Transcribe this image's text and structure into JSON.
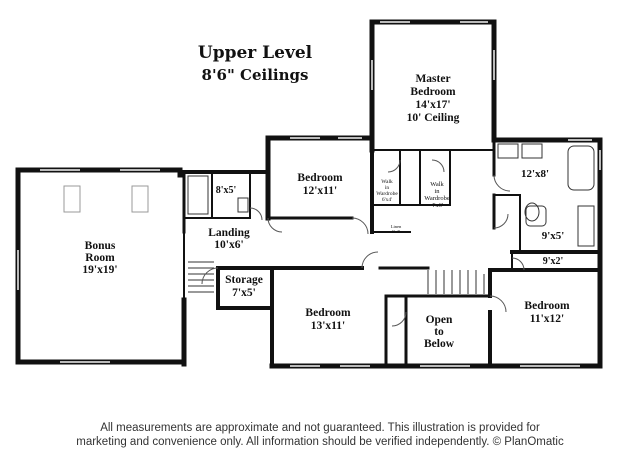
{
  "title": "Upper Level",
  "subtitle": "8'6\" Ceilings",
  "rooms": {
    "master": {
      "name1": "Master",
      "name2": "Bedroom",
      "dim": "14'x17'",
      "note": "10' Ceiling"
    },
    "bedroom_a": {
      "name": "Bedroom",
      "dim": "12'x11'"
    },
    "walk_left": {
      "l1": "Walk",
      "l2": "in",
      "l3": "Wardrobe",
      "dim": "6'x4'"
    },
    "walk_right": {
      "l1": "Walk",
      "l2": "in",
      "l3": "Wardrobe",
      "dim": "4'x6'"
    },
    "linen": {
      "l1": "Linen",
      "dim": "6'x2'"
    },
    "bath_small": {
      "dim": "8'x5'"
    },
    "bath_master": {
      "dim": "12'x8'"
    },
    "bath_wc": {
      "dim": "9'x5'"
    },
    "closet": {
      "dim": "9'x2'"
    },
    "bonus": {
      "name1": "Bonus",
      "name2": "Room",
      "dim": "19'x19'"
    },
    "landing": {
      "name": "Landing",
      "dim": "10'x6'"
    },
    "storage": {
      "name": "Storage",
      "dim": "7'x5'"
    },
    "bedroom_b": {
      "name": "Bedroom",
      "dim": "13'x11'"
    },
    "open": {
      "l1": "Open",
      "l2": "to",
      "l3": "Below"
    },
    "bedroom_c": {
      "name": "Bedroom",
      "dim": "11'x12'"
    }
  },
  "disclaimer": {
    "line1": "All measurements are approximate and not guaranteed. This illustration is provided for",
    "line2": "marketing and convenience only. All information should be verified independently. © PlanOmatic"
  }
}
